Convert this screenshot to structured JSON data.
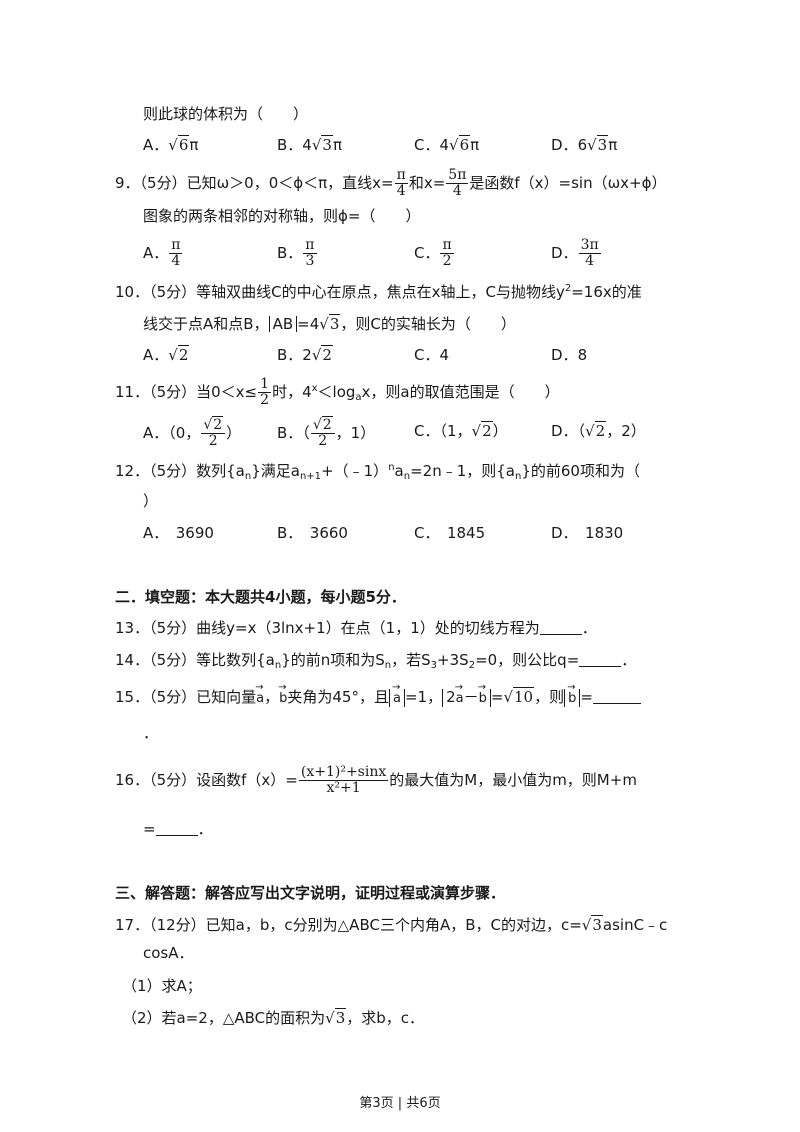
{
  "q8": {
    "stem_tail": "则此球的体积为（　　）",
    "a_label": "A．",
    "a_coef": "",
    "a_rad": "6",
    "a_tail": "π",
    "b_label": "B．",
    "b_coef": "4",
    "b_rad": "3",
    "b_tail": "π",
    "c_label": "C．",
    "c_coef": "4",
    "c_rad": "6",
    "c_tail": "π",
    "d_label": "D．",
    "d_coef": "6",
    "d_rad": "3",
    "d_tail": "π"
  },
  "q9": {
    "num": "9．",
    "part1": "（5分）已知ω＞0，0＜ϕ＜π，直线x=",
    "f1_num": "π",
    "f1_den": "4",
    "part2": "和x=",
    "f2_num": "5π",
    "f2_den": "4",
    "part3": "是函数f（x）=sin（ωx+ϕ）",
    "line2": "图象的两条相邻的对称轴，则ϕ=（　　）",
    "a_label": "A．",
    "a_num": "π",
    "a_den": "4",
    "b_label": "B．",
    "b_num": "π",
    "b_den": "3",
    "c_label": "C．",
    "c_num": "π",
    "c_den": "2",
    "d_label": "D．",
    "d_num": "3π",
    "d_den": "4"
  },
  "q10": {
    "num": "10．",
    "part1": "（5分）等轴双曲线C的中心在原点，焦点在x轴上，C与抛物线y",
    "sup": "2",
    "part2": "=16x的准",
    "line2a": "线交于点A和点B，",
    "abs": "AB",
    "line2b": "=4",
    "rad": "3",
    "line2c": "，则C的实轴长为（　　）",
    "a_label": "A．",
    "a_rad": "2",
    "b_label": "B．",
    "b_coef": "2",
    "b_rad": "2",
    "c_label": "C．",
    "c_val": "4",
    "d_label": "D．",
    "d_val": "8"
  },
  "q11": {
    "num": "11．",
    "part1": "（5分）当0＜x≤",
    "f_num": "1",
    "f_den": "2",
    "part2": "时，4",
    "sup": "x",
    "part3": "＜log",
    "sub": "a",
    "part4": "x，则a的取值范围是（　　）",
    "a_label": "A．",
    "a_pre": "（0，",
    "a_num": "2",
    "a_den": "2",
    "a_post": "）",
    "b_label": "B．",
    "b_pre": "（",
    "b_num": "2",
    "b_den": "2",
    "b_post": "，1）",
    "c_label": "C．",
    "c_pre": "（1，",
    "c_rad": "2",
    "c_post": "）",
    "d_label": "D．",
    "d_pre": "（",
    "d_rad": "2",
    "d_post": "，2）"
  },
  "q12": {
    "num": "12．",
    "part1": "（5分）数列{a",
    "s1": "n",
    "part2": "}满足a",
    "s2": "n+1",
    "part3": "+（﹣1）",
    "sup": "n",
    "part4": "a",
    "s3": "n",
    "part5": "=2n﹣1，则{a",
    "s4": "n",
    "part6": "}的前60项和为（",
    "line2": "）",
    "a": "A．　3690",
    "b": "B．　3660",
    "c": "C．　1845",
    "d": "D．　1830"
  },
  "section2": "二．填空题：本大题共4小题，每小题5分．",
  "q13": {
    "num": "13．",
    "text": "（5分）曲线y=x（3lnx+1）在点（1，1）处的切线方程为",
    "end": "．"
  },
  "q14": {
    "num": "14．",
    "part1": "（5分）等比数列{a",
    "s1": "n",
    "part2": "}的前n项和为S",
    "s2": "n",
    "part3": "，若S",
    "s3": "3",
    "part4": "+3S",
    "s4": "2",
    "part5": "=0，则公比q=",
    "end": "．"
  },
  "q15": {
    "num": "15．",
    "part1": "（5分）已知向量",
    "va": "a",
    "sep": "，",
    "vb": "b",
    "part2": "夹角为45°，且",
    "abs1": "a",
    "part3": "=1，",
    "abs2a": "2",
    "abs2b": "a",
    "abs2c": "－",
    "abs2d": "b",
    "part4": "=",
    "rad": "10",
    "part5": "，则",
    "abs3": "b",
    "part6": "=",
    "line2": "．"
  },
  "q16": {
    "num": "16．",
    "part1": "（5分）设函数f（x）=",
    "f_num": "(x+1)²+sinx",
    "f_den": "x²+1",
    "part2": "的最大值为M，最小值为m，则M+m",
    "line2": "=",
    "end": "．"
  },
  "section3": "三、解答题：解答应写出文字说明，证明过程或演算步骤．",
  "q17": {
    "num": "17．",
    "part1": "（12分）已知a，b，c分别为△ABC三个内角A，B，C的对边，c=",
    "rad": "3",
    "part2": "asinC﹣c",
    "line2": "cosA．",
    "sub1": "（1）求A；",
    "sub2a": "（2）若a=2，△ABC的面积为",
    "sub2rad": "3",
    "sub2b": "，求b，c．"
  },
  "footer": {
    "left": "第3页",
    "sep": "|",
    "right": "共6页"
  }
}
